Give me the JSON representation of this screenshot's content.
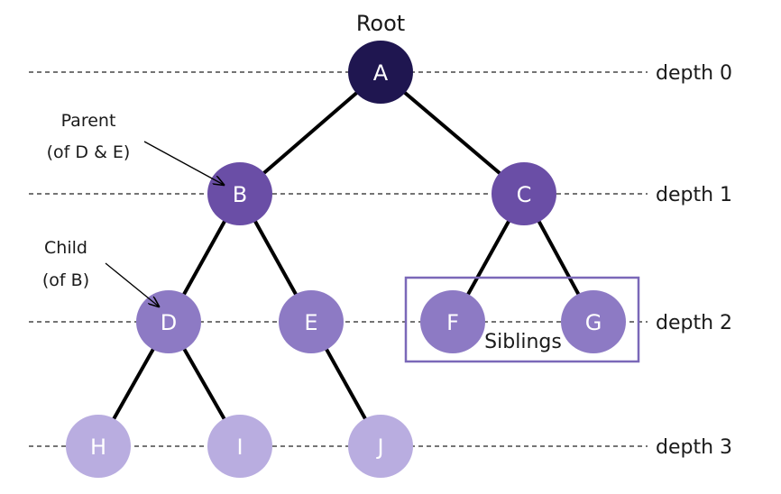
{
  "colors": {
    "depth0": "#1f1650",
    "depth1": "#6a4ea6",
    "depth2": "#8d7ac4",
    "depth3": "#b9ade0",
    "edge": "#000000",
    "dash": "#222222",
    "sibling_box": "#7a68b8"
  },
  "title": "Root",
  "annotations": {
    "parent_line1": "Parent",
    "parent_line2": "(of D & E)",
    "child_line1": "Child",
    "child_line2": "(of B)",
    "siblings": "Siblings"
  },
  "depths": [
    "depth 0",
    "depth 1",
    "depth 2",
    "depth 3"
  ],
  "nodes": [
    {
      "id": "A",
      "label": "A",
      "depth": 0
    },
    {
      "id": "B",
      "label": "B",
      "depth": 1
    },
    {
      "id": "C",
      "label": "C",
      "depth": 1
    },
    {
      "id": "D",
      "label": "D",
      "depth": 2
    },
    {
      "id": "E",
      "label": "E",
      "depth": 2
    },
    {
      "id": "F",
      "label": "F",
      "depth": 2
    },
    {
      "id": "G",
      "label": "G",
      "depth": 2
    },
    {
      "id": "H",
      "label": "H",
      "depth": 3
    },
    {
      "id": "I",
      "label": "I",
      "depth": 3
    },
    {
      "id": "J",
      "label": "J",
      "depth": 3
    }
  ],
  "edges": [
    [
      "A",
      "B"
    ],
    [
      "A",
      "C"
    ],
    [
      "B",
      "D"
    ],
    [
      "B",
      "E"
    ],
    [
      "C",
      "F"
    ],
    [
      "C",
      "G"
    ],
    [
      "D",
      "H"
    ],
    [
      "D",
      "I"
    ],
    [
      "E",
      "J"
    ]
  ]
}
